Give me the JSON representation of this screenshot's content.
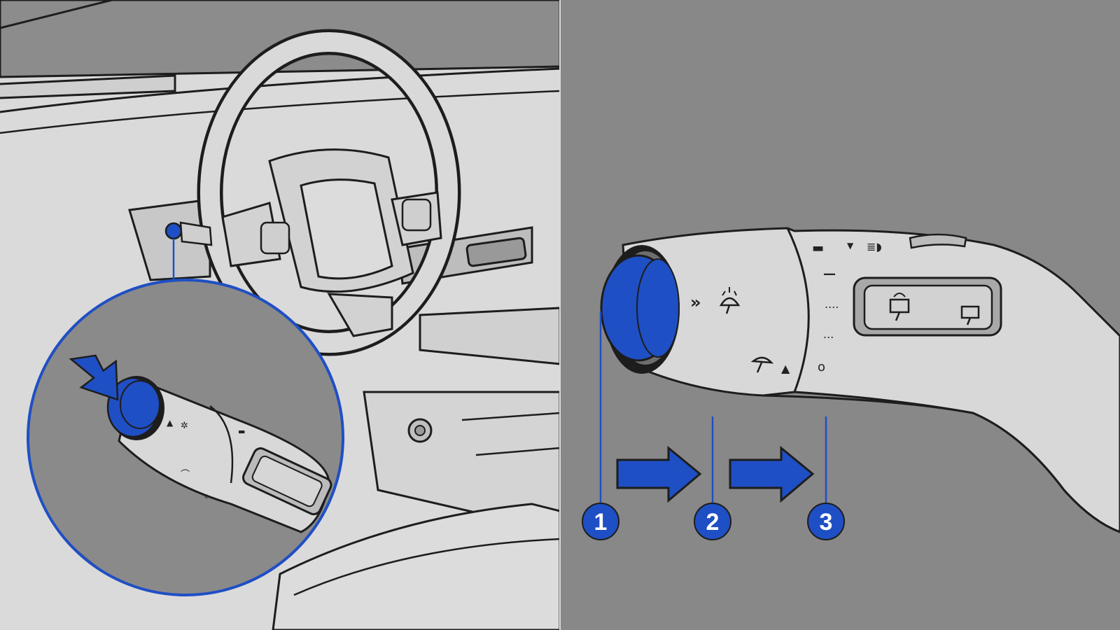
{
  "colors": {
    "accent_blue": "#1f4fc4",
    "line_art": "#1d1d1d",
    "panel_right_bg": "#888888",
    "panel_left_bg": "#d9d9d9",
    "lever_fill": "#d8d8d8",
    "lever_dark": "#9a9a9a"
  },
  "callouts": [
    {
      "label": "1"
    },
    {
      "label": "2"
    },
    {
      "label": "3"
    }
  ],
  "lever_symbols": {
    "wiper_fast": "»",
    "wiper_ellipsis": "....",
    "wiper_dots": "...",
    "wiper_off": "o",
    "wiper_single": "▲"
  },
  "icons": {
    "press_arrow": "press-arrow-icon",
    "move_arrows": "move-arrow-icon",
    "front_wiper": "front-wiper-icon",
    "rear_wiper": "rear-wiper-icon",
    "washer": "washer-icon",
    "headlight": "headlight-icon"
  }
}
